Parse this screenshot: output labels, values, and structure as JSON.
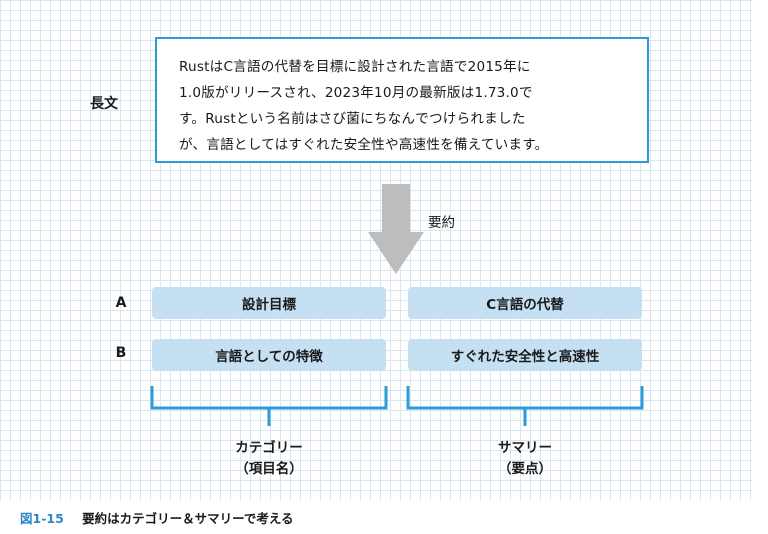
{
  "source": {
    "label": "長文",
    "lines": [
      "RustはC言語の代替を目標に設計された言語で2015年に",
      "1.0版がリリースされ、2023年10月の最新版は1.73.0で",
      "す。Rustという名前はさび菌にちなんでつけられました",
      "が、言語としてはすぐれた安全性や高速性を備えています。"
    ]
  },
  "arrow": {
    "label": "要約"
  },
  "rows": [
    {
      "label": "A",
      "category": "設計目標",
      "summary": "C言語の代替"
    },
    {
      "label": "B",
      "category": "言語としての特徴",
      "summary": "すぐれた安全性と高速性"
    }
  ],
  "columns": {
    "category": {
      "line1": "カテゴリー",
      "line2": "（項目名）"
    },
    "summary": {
      "line1": "サマリー",
      "line2": "（要点）"
    }
  },
  "caption": {
    "figure_number": "図1-15",
    "text": "要約はカテゴリー＆サマリーで考える"
  },
  "colors": {
    "accent_blue": "#2e9ad8",
    "cell_fill": "#c5e0f3",
    "arrow_gray": "#bdbdbd",
    "grid_line": "#d6e6f2"
  }
}
